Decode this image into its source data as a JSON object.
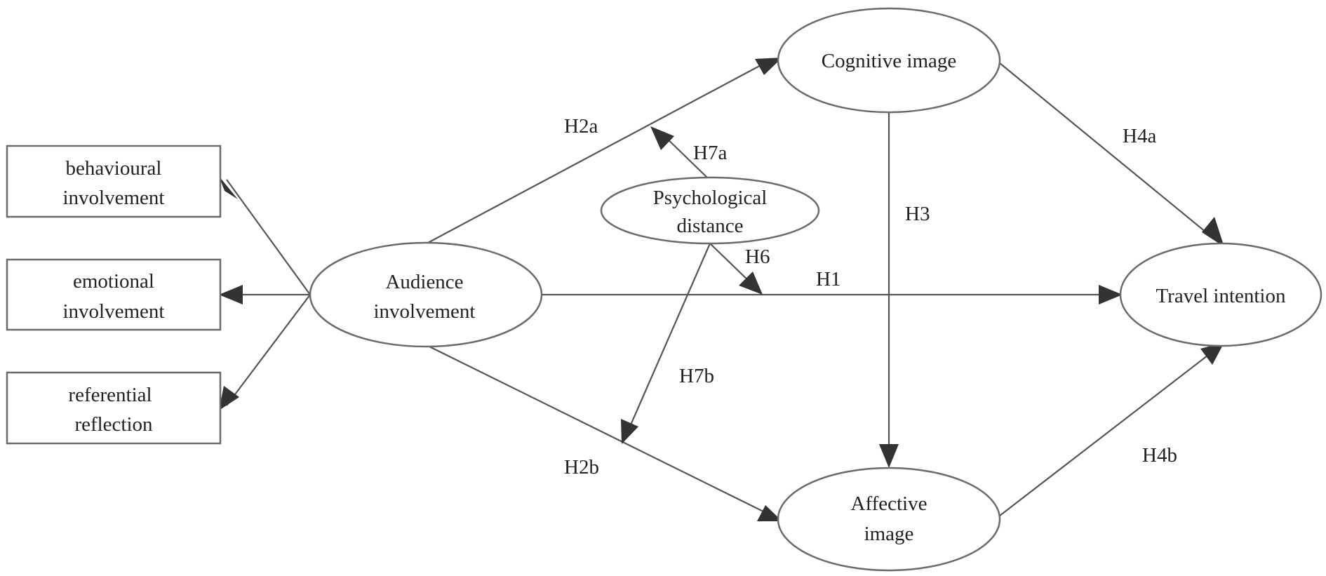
{
  "nodes": {
    "behavioural": [
      "behavioural",
      "involvement"
    ],
    "emotional": [
      "emotional",
      "involvement"
    ],
    "referential": [
      "referential",
      "reflection"
    ],
    "audience": [
      "Audience",
      "involvement"
    ],
    "psychological": [
      "Psychological",
      "distance"
    ],
    "cognitive": [
      "Cognitive image"
    ],
    "affective": [
      "Affective",
      "image"
    ],
    "travel": [
      "Travel intention"
    ]
  },
  "labels": {
    "h1": "H1",
    "h2a": "H2a",
    "h2b": "H2b",
    "h3": "H3",
    "h4a": "H4a",
    "h4b": "H4b",
    "h6": "H6",
    "h7a": "H7a",
    "h7b": "H7b"
  },
  "colors": {
    "stroke": "#6b6b6b",
    "arrow": "#333333",
    "text": "#222222"
  }
}
